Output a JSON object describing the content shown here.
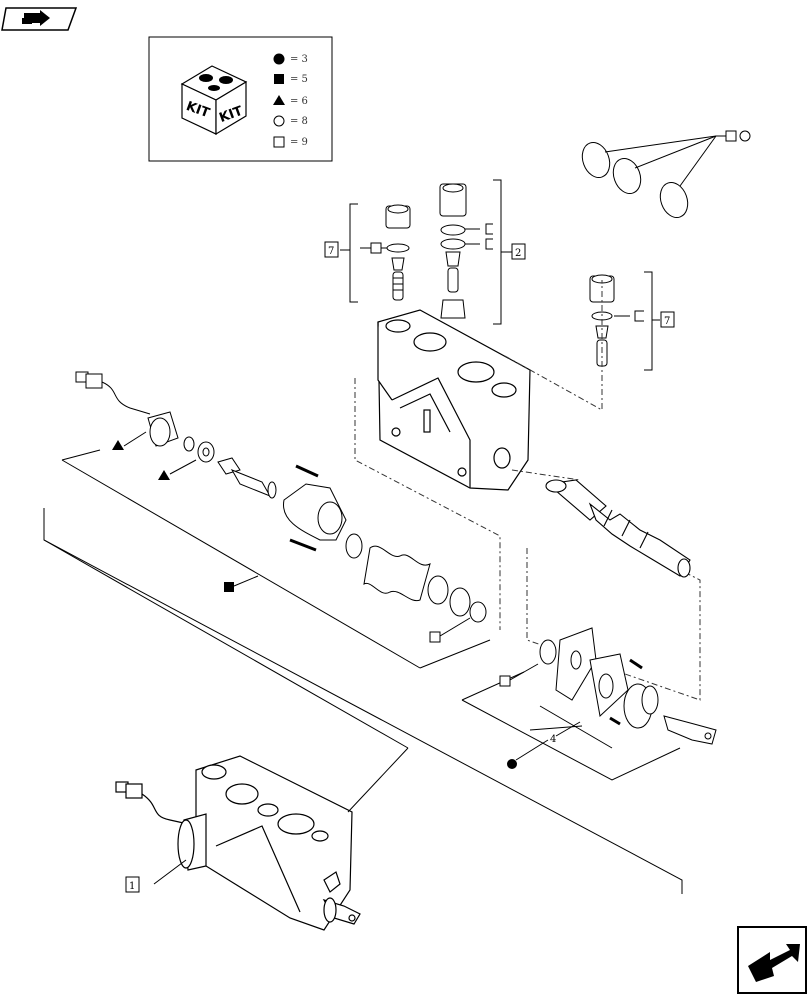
{
  "legend": {
    "kit_icon_text_1": "KIT",
    "kit_icon_text_2": "KIT",
    "items": [
      {
        "symbol": "filled-circle",
        "text": "= 3"
      },
      {
        "symbol": "filled-square",
        "text": "= 5"
      },
      {
        "symbol": "filled-triangle",
        "text": "= 6"
      },
      {
        "symbol": "open-circle",
        "text": "= 8"
      },
      {
        "symbol": "open-square",
        "text": "= 9"
      }
    ]
  },
  "callouts": {
    "ref_7_left": "7",
    "ref_2": "2",
    "ref_7_right": "7",
    "ref_4": "4",
    "ref_1": "1"
  },
  "colors": {
    "line": "#000000",
    "dash": "#333333"
  },
  "icons": {
    "top_left": "forward-arrow-tab-icon",
    "bottom_right": "next-page-arrow-icon"
  }
}
